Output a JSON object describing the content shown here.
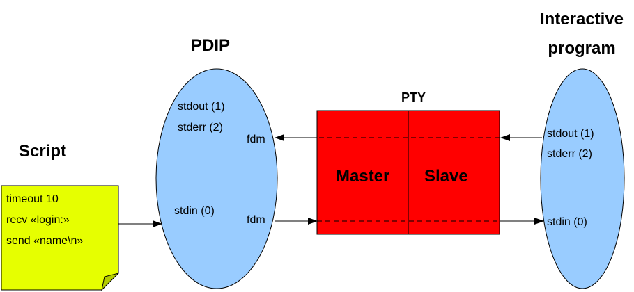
{
  "titles": {
    "pdip": "PDIP",
    "interactive_line1": "Interactive",
    "interactive_line2": "program",
    "script": "Script",
    "pty": "PTY"
  },
  "pdip": {
    "stdout": "stdout (1)",
    "stderr": "stderr (2)",
    "stdin": "stdin (0)",
    "fdm_top": "fdm",
    "fdm_bottom": "fdm"
  },
  "pty_box": {
    "master": "Master",
    "slave": "Slave"
  },
  "program": {
    "stdout": "stdout (1)",
    "stderr": "stderr (2)",
    "stdin": "stdin (0)"
  },
  "script_note": {
    "lines": [
      "timeout 10",
      "recv «login:»",
      "send «name\\n»"
    ]
  },
  "colors": {
    "ellipse_fill": "#99ccff",
    "pty_fill": "#ff0000",
    "note_fill": "#e6ff00",
    "note_fold": "#b3cc00",
    "line": "#000000"
  }
}
